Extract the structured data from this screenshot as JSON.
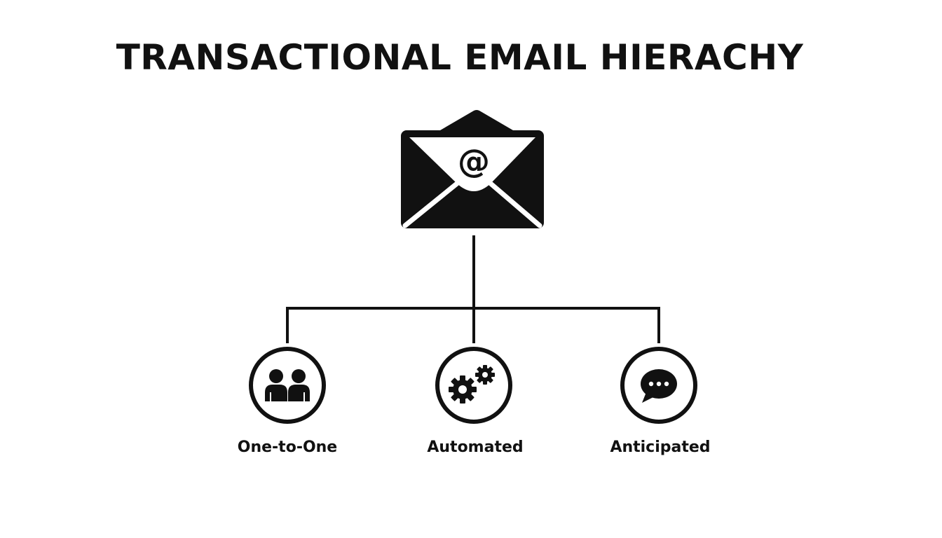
{
  "title": "TRANSACTIONAL EMAIL HIERACHY",
  "root": {
    "icon": "envelope-at-icon",
    "glyph": "@"
  },
  "children": [
    {
      "label": "One-to-One",
      "icon": "people-icon"
    },
    {
      "label": "Automated",
      "icon": "gears-icon"
    },
    {
      "label": "Anticipated",
      "icon": "chat-bubble-icon"
    }
  ],
  "colors": {
    "ink": "#111111",
    "background": "#ffffff"
  }
}
